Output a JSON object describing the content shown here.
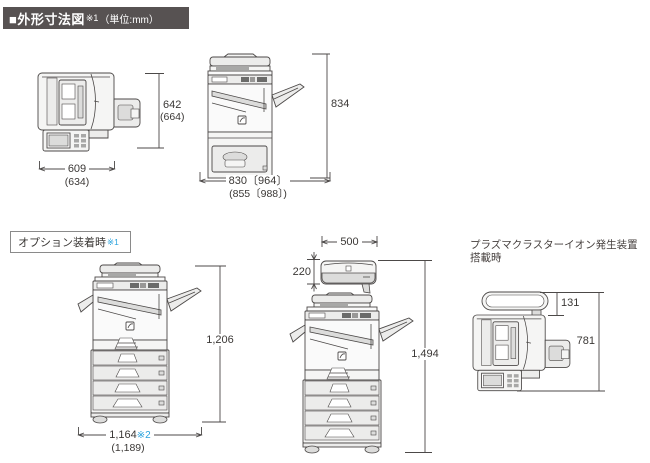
{
  "header": {
    "square": "■",
    "title": "外形寸法図",
    "note": "※1",
    "unit": "（単位:mm）",
    "bg": "#575252",
    "fg": "#ffffff"
  },
  "standard": {
    "top_view": {
      "depth": "642",
      "depth_paren": "(664)",
      "width": "609",
      "width_paren": "(634)"
    },
    "front_view": {
      "height": "834",
      "width": "830〔964〕",
      "width_paren": "(855〔988〕)"
    }
  },
  "option": {
    "label": "オプション装着時",
    "label_note": "※1",
    "front_view": {
      "height": "1,206",
      "width": "1,164",
      "width_note": "※2",
      "width_paren": "(1,189)"
    },
    "plasma_front_view": {
      "unit_width": "500",
      "unit_height": "220",
      "height": "1,494"
    }
  },
  "plasma": {
    "caption_line1": "プラズマクラスターイオン発生装置",
    "caption_line2": "搭載時",
    "top_view": {
      "unit_protrusion": "131",
      "depth": "781"
    }
  },
  "colors": {
    "note_blue": "#2ba3dd",
    "line": "#4c4948",
    "header_bg": "#575252"
  }
}
